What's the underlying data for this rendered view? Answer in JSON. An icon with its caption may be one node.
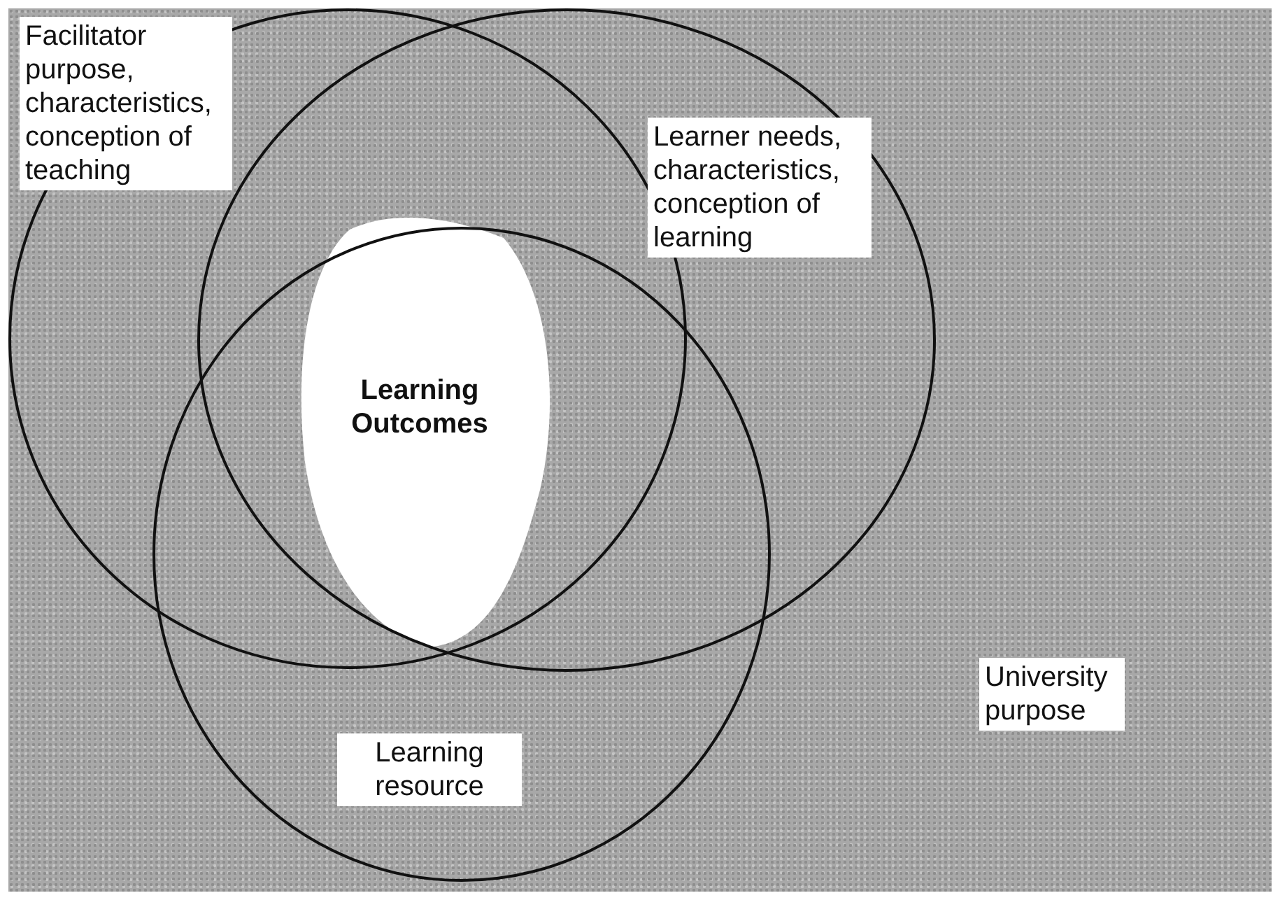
{
  "diagram": {
    "nodes": [
      {
        "text": [
          "University purpose"
        ]
      },
      {
        "text": [
          "Facilitator purpose, characteristics, conception of teaching"
        ],
        "in": 0
      },
      {
        "text": [
          "Learner needs, characteristics, conception of learning"
        ],
        "in": 0
      },
      {
        "text": [
          "Learning Outcomes"
        ]
      },
      {
        "text": [
          "Learning resource"
        ],
        "in": 0
      }
    ]
  }
}
